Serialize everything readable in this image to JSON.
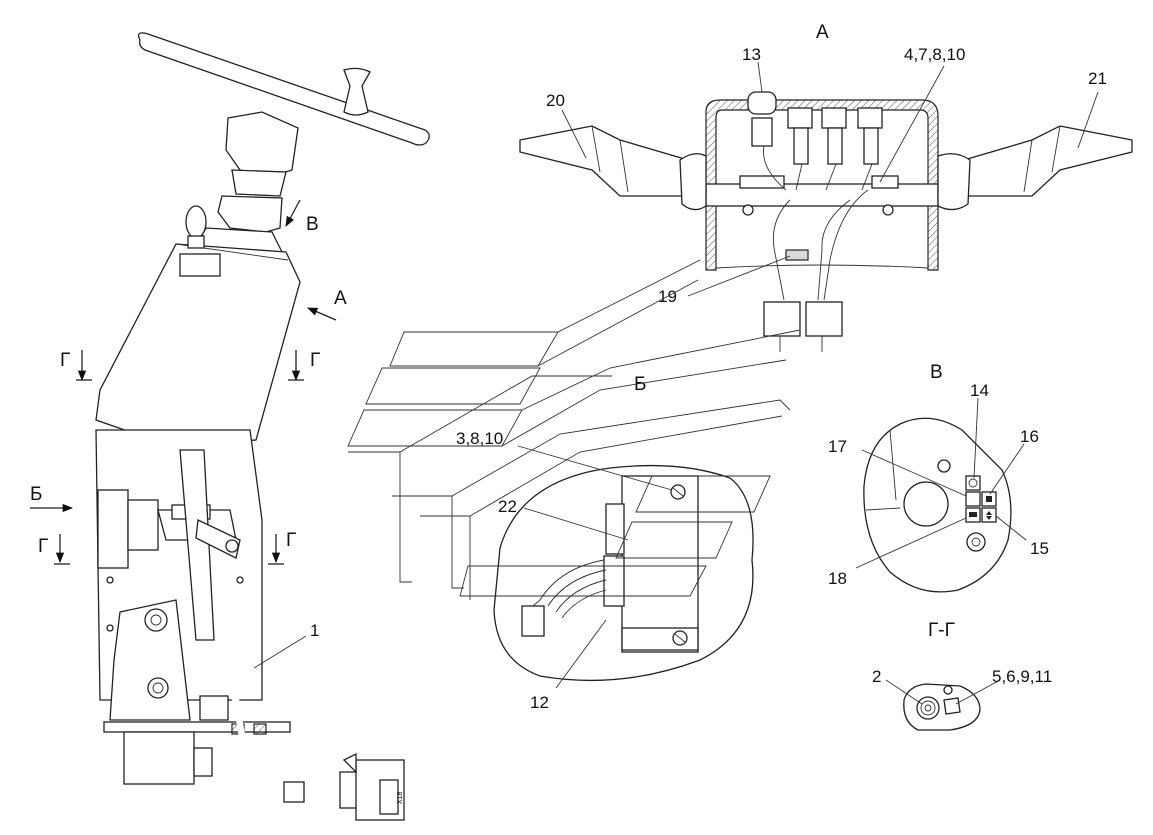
{
  "views": {
    "view_a": "А",
    "view_b": "Б",
    "view_v": "В",
    "section_gg": "Г-Г",
    "arrow_a": "А",
    "arrow_b": "Б",
    "arrow_v": "В",
    "section_mark": "Г"
  },
  "callouts": {
    "c1": "1",
    "c2": "2",
    "c3_8_10": "3,8,10",
    "c4_7_8_10": "4,7,8,10",
    "c5_6_9_11": "5,6,9,11",
    "c12": "12",
    "c13": "13",
    "c14": "14",
    "c15": "15",
    "c16": "16",
    "c17": "17",
    "c18": "18",
    "c19": "19",
    "c20": "20",
    "c21": "21",
    "c22": "22"
  },
  "connector_tag": "X18"
}
